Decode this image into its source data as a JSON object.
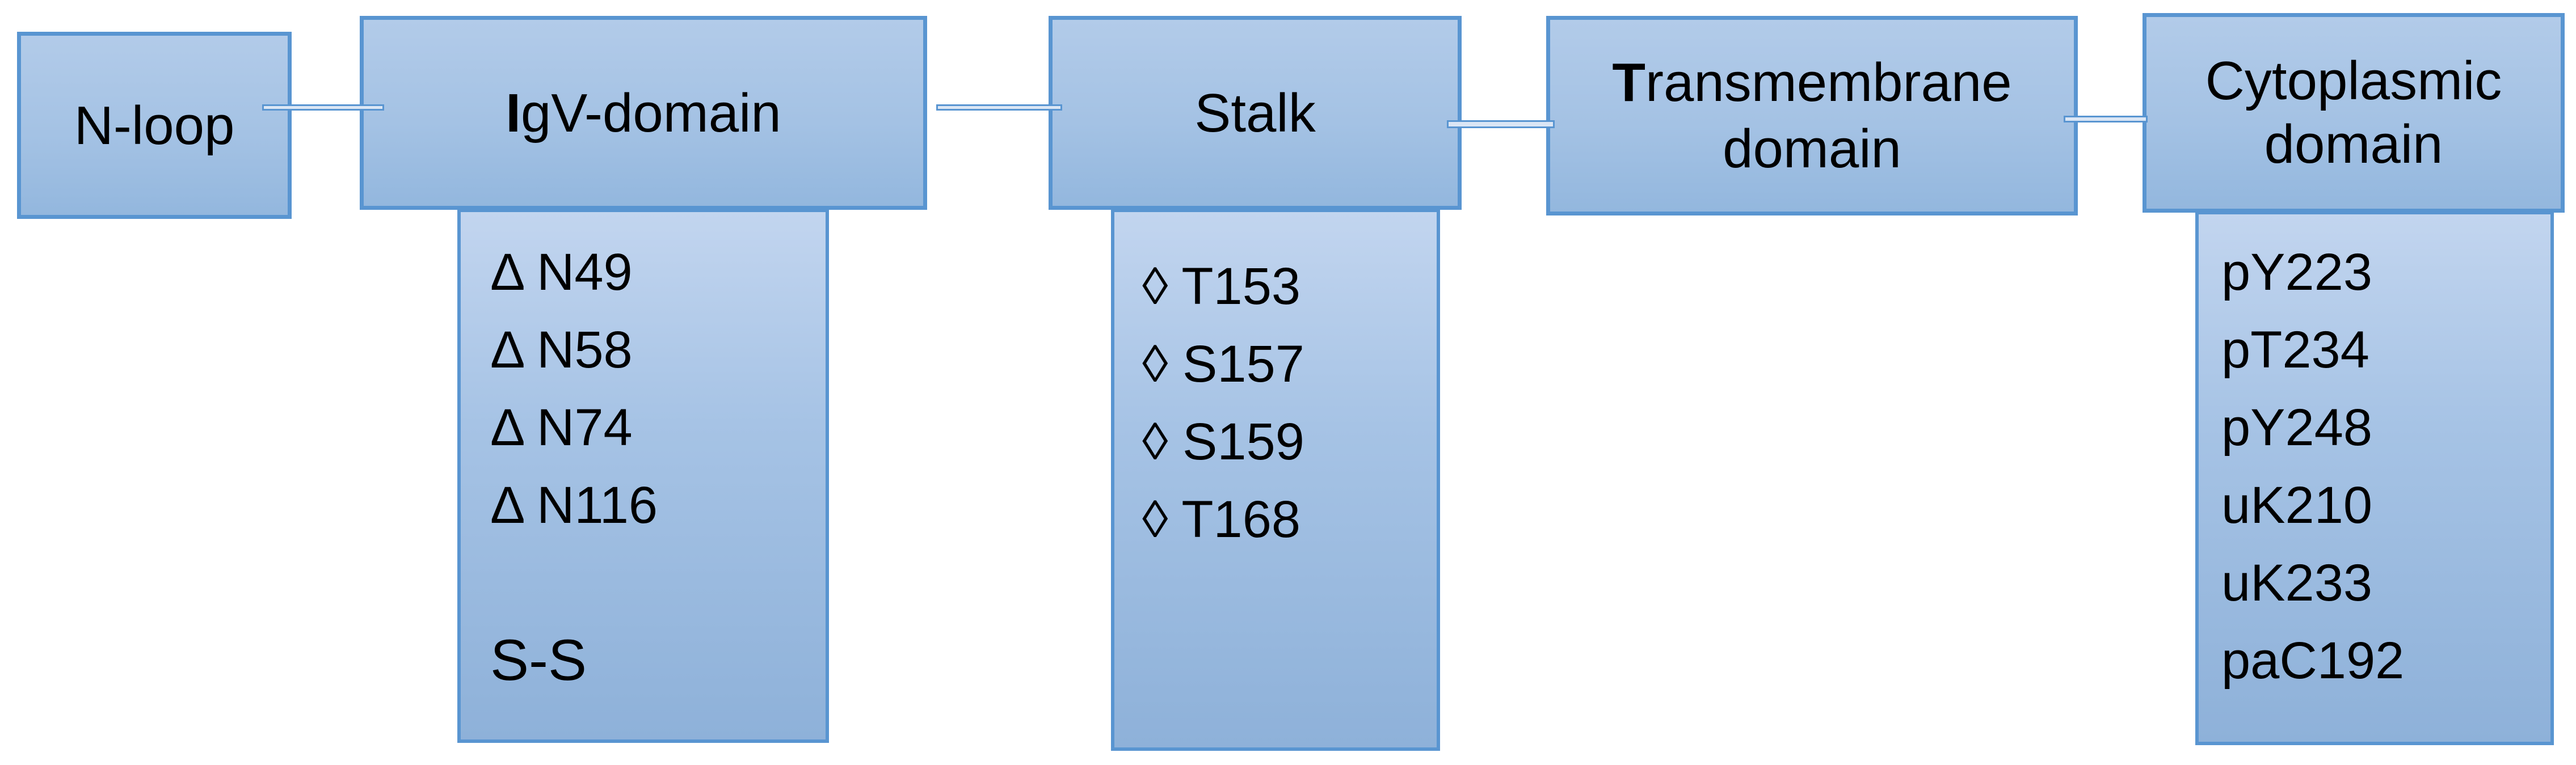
{
  "diagram": {
    "background_color": "#ffffff",
    "box_border_color": "#5995d1",
    "box_fill_top": "#b2cbe9",
    "box_fill_bottom": "#93b7de",
    "connector_fill": "#dbe6f5",
    "text_color": "#000000",
    "domains": {
      "nloop": {
        "label": "N-loop"
      },
      "igv": {
        "label_bold": "I",
        "label_rest": "gV-domain",
        "items": [
          "Δ N49",
          "Δ N58",
          "Δ N74",
          "Δ N116"
        ],
        "disulfide_label": "S-S"
      },
      "stalk": {
        "label": "Stalk",
        "items": [
          "◊ T153",
          "◊ S157",
          "◊ S159",
          "◊ T168"
        ]
      },
      "transmembrane": {
        "label_bold": "T",
        "label_rest": "ransmembrane",
        "label_line2": "domain"
      },
      "cytoplasmic": {
        "label_line1": "Cytoplasmic",
        "label_line2": "domain",
        "items": [
          "pY223",
          "pT234",
          "pY248",
          "uK210",
          "uK233",
          "paC192"
        ]
      }
    },
    "icons": {
      "delta_bullet": "Δ",
      "diamond_bullet": "◊"
    }
  }
}
